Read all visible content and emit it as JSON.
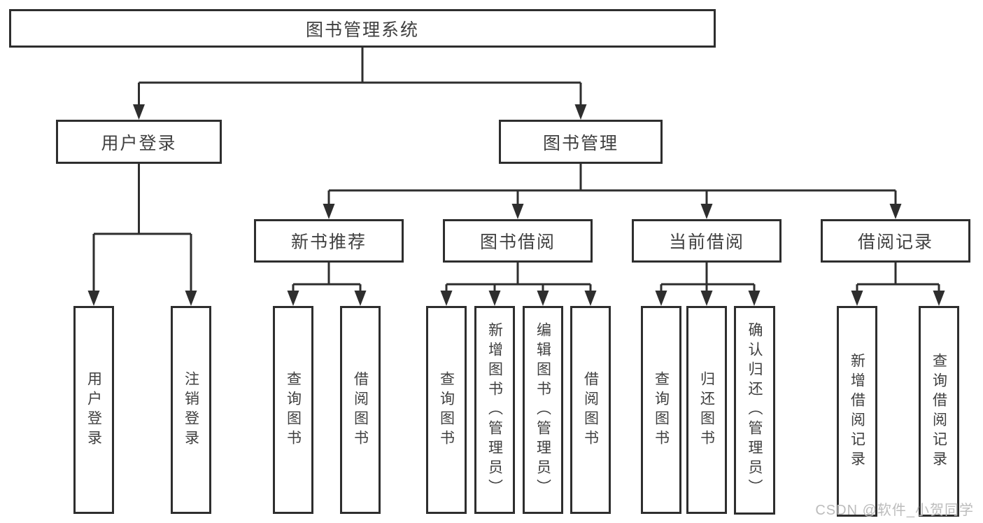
{
  "diagram": {
    "root": "图书管理系统",
    "branches": [
      {
        "label": "用户登录",
        "children": [
          "用户登录",
          "注销登录"
        ]
      },
      {
        "label": "图书管理",
        "sections": [
          {
            "label": "新书推荐",
            "children": [
              "查询图书",
              "借阅图书"
            ]
          },
          {
            "label": "图书借阅",
            "children": [
              "查询图书",
              "新增图书（管理员）",
              "编辑图书（管理员）",
              "借阅图书"
            ]
          },
          {
            "label": "当前借阅",
            "children": [
              "查询图书",
              "归还图书",
              "确认归还（管理员）"
            ]
          },
          {
            "label": "借阅记录",
            "children": [
              "新增借阅记录",
              "查询借阅记录"
            ]
          }
        ]
      }
    ]
  },
  "watermark": "CSDN @软件_小贺同学",
  "colors": {
    "line": "#2e2e2e",
    "box_border": "#2e2e2e",
    "text": "#404040",
    "watermark": "#bcbcbc",
    "background": "#ffffff"
  }
}
